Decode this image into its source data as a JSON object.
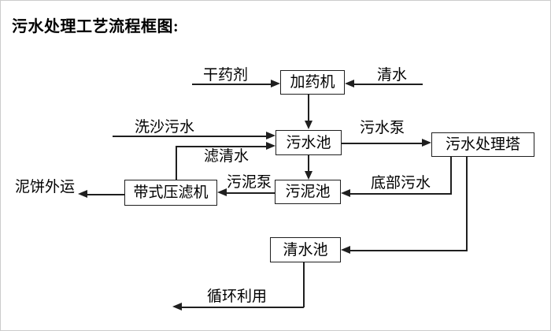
{
  "title": "污水处理工艺流程框图:",
  "diagram": {
    "type": "flowchart",
    "nodes": {
      "dosing_machine": "加药机",
      "sewage_pool": "污水池",
      "treatment_tower": "污水处理塔",
      "sludge_pool": "污泥池",
      "belt_filter_press": "带式压滤机",
      "clean_water_pool": "清水池"
    },
    "edges": {
      "dry_agent": "干药剂",
      "clean_water": "清水",
      "sand_washing_sewage": "洗沙污水",
      "sewage_pump": "污水泵",
      "filtered_water": "滤清水",
      "sludge_pump": "污泥泵",
      "bottom_sewage": "底部污水",
      "mud_cake_out": "泥饼外运",
      "recycle": "循环利用"
    },
    "connections": [
      "干药剂 -> 加药机",
      "清水 -> 加药机",
      "加药机 -> 污水池",
      "洗沙污水 -> 污水池",
      "带式压滤机 -(滤清水)-> 污水池",
      "污水池 -(污水泵)-> 污水处理塔",
      "污水处理塔 -(底部污水)-> 污泥池",
      "污水池 -> 污泥池",
      "污泥池 -(污泥泵)-> 带式压滤机",
      "带式压滤机 -> 泥饼外运",
      "污水处理塔 -> 清水池",
      "清水池 -> 循环利用"
    ]
  },
  "colors": {
    "line": "#1f1f1f",
    "text": "#000000",
    "background": "#ffffff",
    "frame_border": "#cccccc"
  }
}
